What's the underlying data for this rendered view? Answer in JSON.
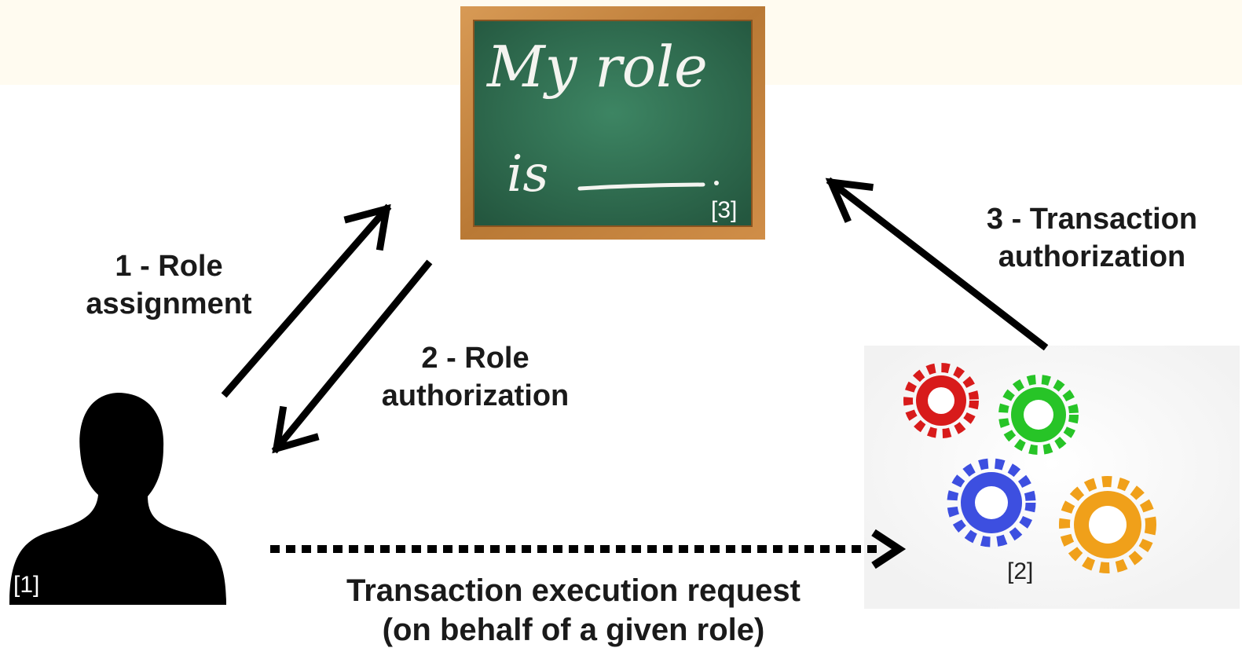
{
  "chalkboard": {
    "line1": "My role",
    "line2": "is",
    "ref": "[3]"
  },
  "person": {
    "ref": "[1]"
  },
  "gears": {
    "ref": "[2]",
    "colors": [
      "#d81b1b",
      "#27c427",
      "#3d4fe0",
      "#f0a01a"
    ]
  },
  "steps": [
    {
      "line1": "1 - Role",
      "line2": "assignment"
    },
    {
      "line1": "2 - Role",
      "line2": "authorization"
    },
    {
      "line1": "3 - Transaction",
      "line2": "authorization"
    }
  ],
  "request": {
    "line1": "Transaction execution request",
    "line2": "(on behalf of a given role)"
  },
  "colors": {
    "board": "#2f6e50",
    "frame": "#c98a45",
    "chalk": "#f4f4f0",
    "arrow": "#000000",
    "band": "#fffbf0"
  }
}
